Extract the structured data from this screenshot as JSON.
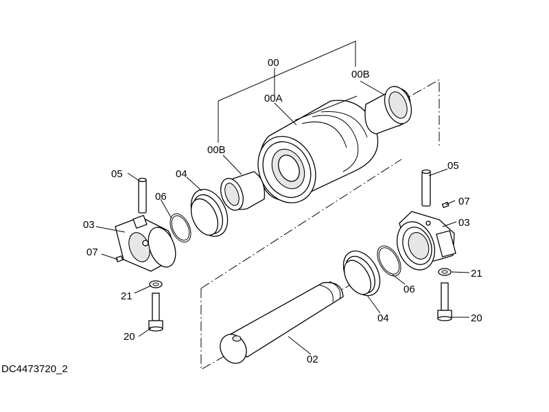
{
  "callouts": {
    "c00": "00",
    "c00a": "00A",
    "c00b_right": "00B",
    "c00b_left": "00B",
    "c02": "02",
    "c03_left": "03",
    "c03_right": "03",
    "c04_left": "04",
    "c04_right": "04",
    "c05_left": "05",
    "c05_right": "05",
    "c06_left": "06",
    "c06_right": "06",
    "c07_left": "07",
    "c07_right": "07",
    "c20_left": "20",
    "c20_right": "20",
    "c21_left": "21",
    "c21_right": "21"
  },
  "document_id": "DC4473720_2"
}
